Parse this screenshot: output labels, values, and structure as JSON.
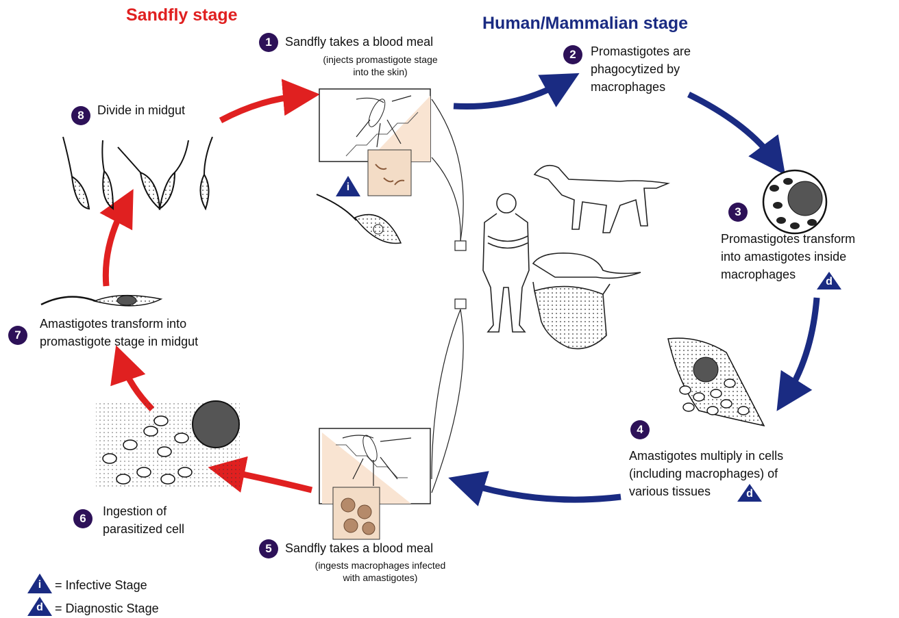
{
  "titles": {
    "sandfly": "Sandfly stage",
    "human": "Human/Mammalian stage"
  },
  "steps": [
    {
      "n": "1",
      "text": "Sandfly takes a blood meal",
      "sub1": "(injects promastigote stage",
      "sub2": "into the skin)"
    },
    {
      "n": "2",
      "line1": "Promastigotes are",
      "line2": "phagocytized by",
      "line3": "macrophages"
    },
    {
      "n": "3",
      "line1": "Promastigotes transform",
      "line2": "into amastigotes inside",
      "line3": "macrophages"
    },
    {
      "n": "4",
      "line1": "Amastigotes multiply in cells",
      "line2": "(including macrophages) of",
      "line3": "various tissues"
    },
    {
      "n": "5",
      "text": "Sandfly takes a blood meal",
      "sub1": "(ingests macrophages infected",
      "sub2": "with amastigotes)"
    },
    {
      "n": "6",
      "line1": "Ingestion of",
      "line2": "parasitized cell"
    },
    {
      "n": "7",
      "line1": "Amastigotes transform into",
      "line2": "promastigote stage in midgut"
    },
    {
      "n": "8",
      "text": "Divide in midgut"
    }
  ],
  "markers": {
    "infective": "i",
    "diagnostic": "d"
  },
  "legend": {
    "infective": "= Infective Stage",
    "diagnostic": "= Diagnostic Stage"
  },
  "colors": {
    "sandfly": "#e02020",
    "human": "#1a2b82",
    "step_badge": "#2d1158",
    "skin": "#f9e4d2"
  }
}
